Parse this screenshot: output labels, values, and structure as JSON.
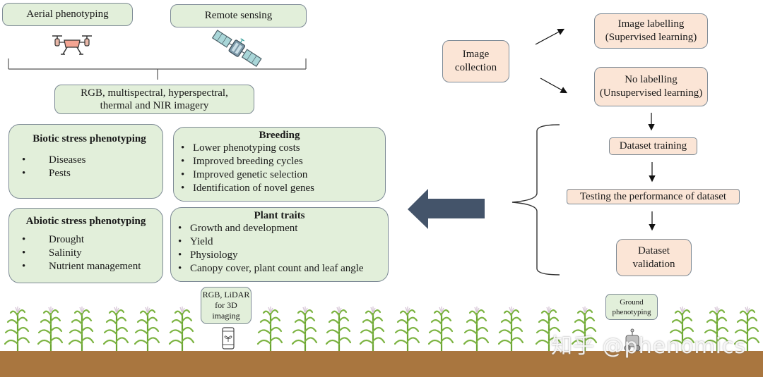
{
  "left": {
    "aerial_label": "Aerial phenotyping",
    "remote_label": "Remote sensing",
    "imagery_line1": "RGB, multispectral, hyperspectral,",
    "imagery_line2": "thermal and  NIR imagery",
    "icons": {
      "drone": "drone-icon",
      "satellite": "satellite-icon"
    },
    "biotic": {
      "title": "Biotic stress phenotyping",
      "items": [
        "Diseases",
        "Pests"
      ]
    },
    "breeding": {
      "title": "Breeding",
      "items": [
        "Lower phenotyping costs",
        "Improved breeding cycles",
        "Improved genetic selection",
        "Identification of novel genes"
      ]
    },
    "abiotic": {
      "title": "Abiotic stress phenotyping",
      "items": [
        "Drought",
        "Salinity",
        "Nutrient management"
      ]
    },
    "traits": {
      "title": "Plant traits",
      "items": [
        "Growth and development",
        "Yield",
        "Physiology",
        "Canopy cover, plant count and leaf angle"
      ]
    }
  },
  "right": {
    "image_collection_line1": "Image",
    "image_collection_line2": "collection",
    "supervised_line1": "Image labelling",
    "supervised_line2": "(Supervised learning)",
    "unsupervised_line1": "No labelling",
    "unsupervised_line2": "(Unsupervised learning)",
    "training": "Dataset training",
    "testing": "Testing the performance of dataset",
    "validation_line1": "Dataset",
    "validation_line2": "validation"
  },
  "ground": {
    "lidar_line1": "RGB, LiDAR",
    "lidar_line2": "for 3D",
    "lidar_line3": "imaging",
    "ground_line1": "Ground",
    "ground_line2": "phenotyping",
    "icons": {
      "phone": "smartphone-icon",
      "rover": "rover-icon"
    }
  },
  "colors": {
    "green_box": "#e2efda",
    "peach_box": "#fbe5d6",
    "big_arrow": "#44546a",
    "soil": "#a9763f",
    "plant": "#6aa332"
  },
  "watermark": "知乎 @phenomics"
}
